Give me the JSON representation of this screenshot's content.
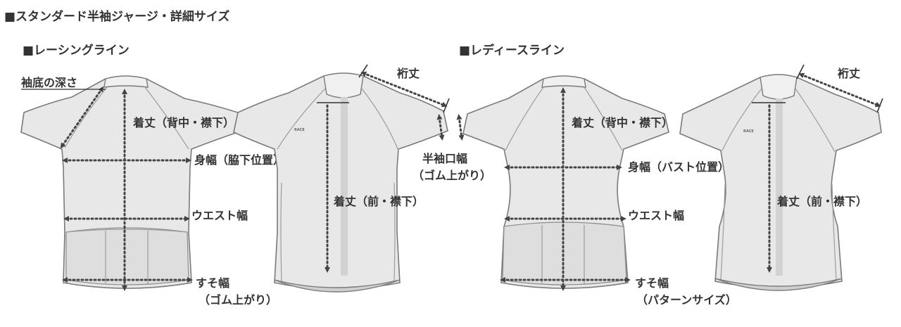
{
  "title": "■スタンダード半袖ジャージ・詳細サイズ",
  "sections": {
    "racing": "■レーシングライン",
    "ladies": "■レディースライン"
  },
  "labels": {
    "armhole_depth": "袖底の深さ",
    "length_back": "着丈（背中・襟下）",
    "chest_underarm": "身幅（脇下位置）",
    "waist": "ウエスト幅",
    "hem": "すそ幅",
    "hem_note": "（ゴム上がり）",
    "sleeve_length": "裄丈",
    "length_front": "着丈（前・襟下）",
    "sleeve_opening": "半袖口幅",
    "sleeve_opening_note": "（ゴム上がり）",
    "chest_bust": "身幅（バスト位置）",
    "hem_pattern_note": "（パターンサイズ）"
  }
}
